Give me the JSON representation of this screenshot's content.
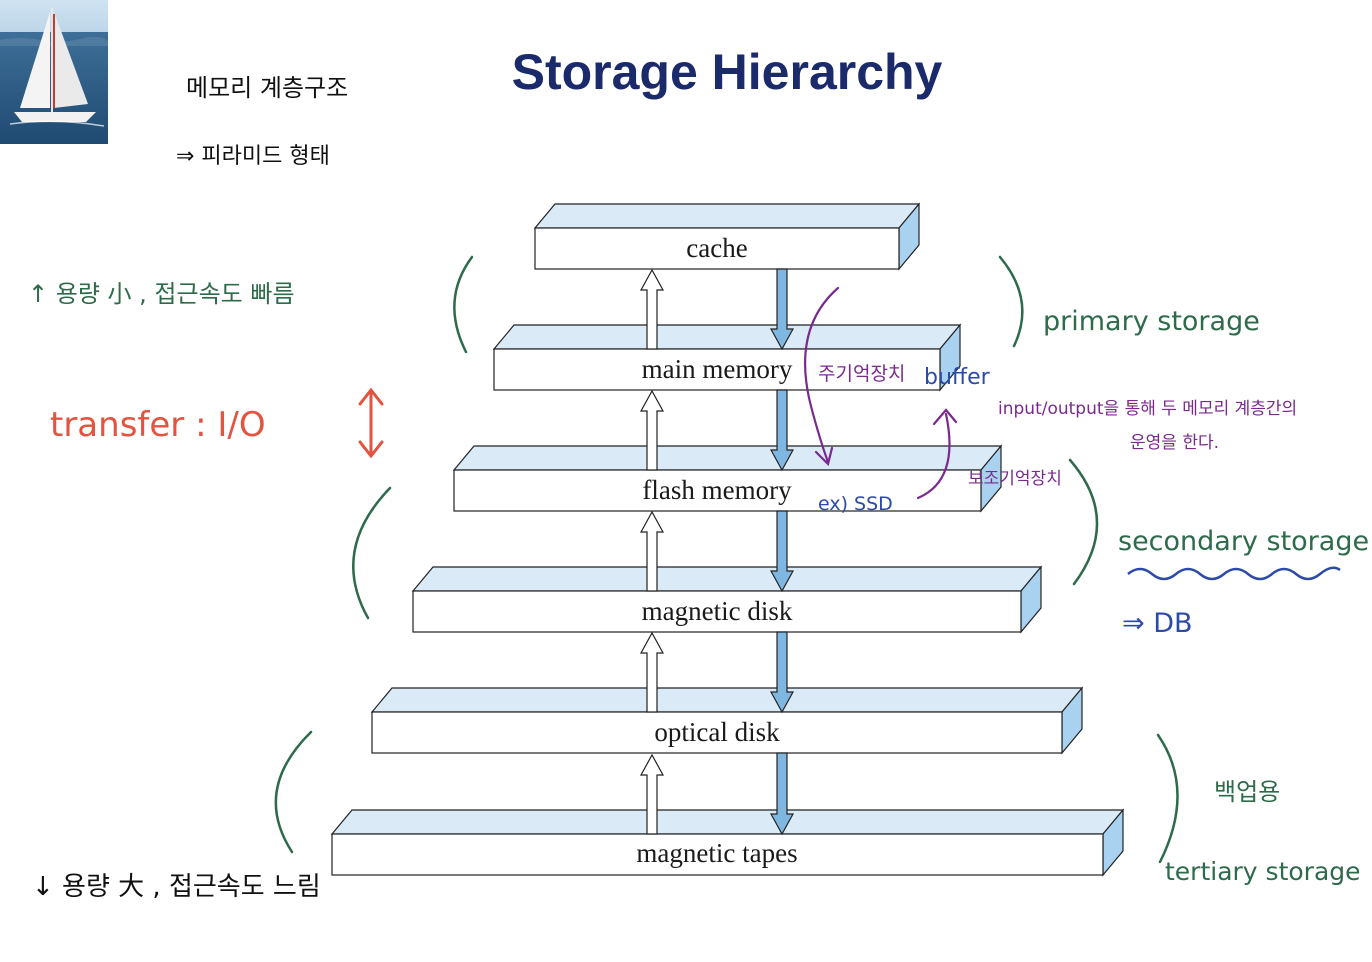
{
  "title": "Storage Hierarchy",
  "tiers": [
    {
      "label": "cache"
    },
    {
      "label": "main memory"
    },
    {
      "label": "flash memory"
    },
    {
      "label": "magnetic disk"
    },
    {
      "label": "optical disk"
    },
    {
      "label": "magnetic tapes"
    }
  ],
  "annotations": {
    "top_left_note_1": "메모리 계층구조",
    "top_left_note_2": "⇒ 피라미드 형태",
    "top_capacity": "↑ 용량 小 , 접근속도 빠름",
    "bottom_capacity": "↓ 용량 大 , 접근속도 느림",
    "transfer": "transfer : I/O",
    "primary_storage": "primary storage",
    "secondary_storage": "secondary storage",
    "secondary_db": "⇒ DB",
    "tertiary_storage": "tertiary storage",
    "tertiary_note": "백업용",
    "main_memory_note": "주기억장치",
    "buffer": "buffer",
    "flash_example": "ex) SSD",
    "input_note_1": "input/output을 통해 두 메모리 계층간의",
    "input_note_2": "운영을 한다.",
    "flash_note": "보조기억장치"
  },
  "colors": {
    "title": "#1a2a6b",
    "box_face": "#ffffff",
    "box_top": "#dbeaf7",
    "box_side": "#a9d2f0",
    "arrow_down": "#7fb7e0",
    "annot_green": "#2e6b4a",
    "annot_red": "#e2543f",
    "annot_blue": "#2c4aa8",
    "annot_purple": "#7a2a8e"
  }
}
